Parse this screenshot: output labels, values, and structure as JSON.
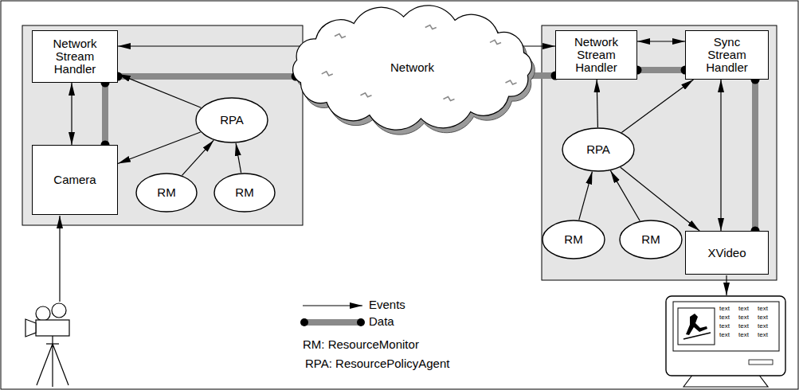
{
  "diagram": {
    "nodes": [
      {
        "text": [
          "Network Stream Handler"
        ]
      },
      {
        "text": [
          "Network"
        ]
      },
      {
        "text": [
          "Network Stream Handler"
        ]
      },
      {
        "text": [
          "Sync Stream Handler"
        ]
      },
      {
        "text": [
          "RPA"
        ]
      },
      {
        "text": [
          "Camera"
        ]
      },
      {
        "text": [
          "RM"
        ]
      },
      {
        "text": [
          "RM"
        ]
      },
      {
        "text": [
          "RPA"
        ]
      },
      {
        "text": [
          "RM"
        ]
      },
      {
        "text": [
          "RM"
        ]
      },
      {
        "text": [
          "XVideo"
        ]
      }
    ],
    "edges": [
      {
        "from": 1,
        "to": 0,
        "arrow": "to"
      },
      {
        "from": 0,
        "to": 1,
        "arrow": "none"
      },
      {
        "from": 1,
        "to": 2,
        "arrow": "to"
      },
      {
        "from": 1,
        "to": 2,
        "arrow": "none"
      },
      {
        "from": 2,
        "to": 3,
        "arrow": "both"
      },
      {
        "from": 2,
        "to": 3,
        "arrow": "none"
      },
      {
        "from": 0,
        "to": 5,
        "arrow": "both"
      },
      {
        "from": 0,
        "to": 5,
        "arrow": "none"
      },
      {
        "from": 4,
        "to": 0,
        "arrow": "to"
      },
      {
        "from": 4,
        "to": 5,
        "arrow": "to"
      },
      {
        "from": 6,
        "to": 4,
        "arrow": "to"
      },
      {
        "from": 7,
        "to": 4,
        "arrow": "to"
      },
      {
        "from": 8,
        "to": 2,
        "arrow": "to"
      },
      {
        "from": 8,
        "to": 3,
        "arrow": "to"
      },
      {
        "from": 8,
        "to": 11,
        "arrow": "to"
      },
      {
        "from": 9,
        "to": 8,
        "arrow": "to"
      },
      {
        "from": 10,
        "to": 8,
        "arrow": "to"
      },
      {
        "from": 3,
        "to": 11,
        "arrow": "both"
      },
      {
        "from": 3,
        "to": 11,
        "arrow": "none"
      }
    ],
    "labels": [
      "RM: ResourceMonitor",
      "RPA: ResourcePolicyAgent",
      "text",
      "text",
      "text",
      "text",
      "text",
      "text",
      "text",
      "text",
      "text",
      "text",
      "text",
      "text"
    ],
    "legend": [
      {
        "text": "Events"
      },
      {
        "text": "Data"
      }
    ]
  }
}
